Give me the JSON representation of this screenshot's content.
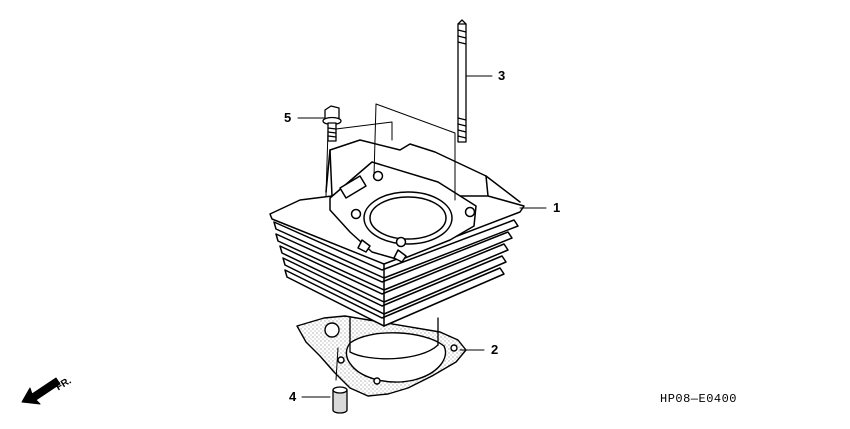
{
  "diagram": {
    "code": "HP08—E0400",
    "direction_label": "FR.",
    "callouts": [
      {
        "id": "1",
        "label": "1"
      },
      {
        "id": "2",
        "label": "2"
      },
      {
        "id": "3",
        "label": "3"
      },
      {
        "id": "4",
        "label": "4"
      },
      {
        "id": "5",
        "label": "5"
      }
    ],
    "parts": [
      {
        "callout": "1",
        "icon": "cylinder-icon"
      },
      {
        "callout": "2",
        "icon": "base-gasket-icon"
      },
      {
        "callout": "3",
        "icon": "stud-bolt-icon"
      },
      {
        "callout": "4",
        "icon": "dowel-pin-icon"
      },
      {
        "callout": "5",
        "icon": "flange-bolt-icon"
      }
    ],
    "colors": {
      "ink": "#000000",
      "background": "#ffffff",
      "shade": "#d9d9d9"
    }
  }
}
